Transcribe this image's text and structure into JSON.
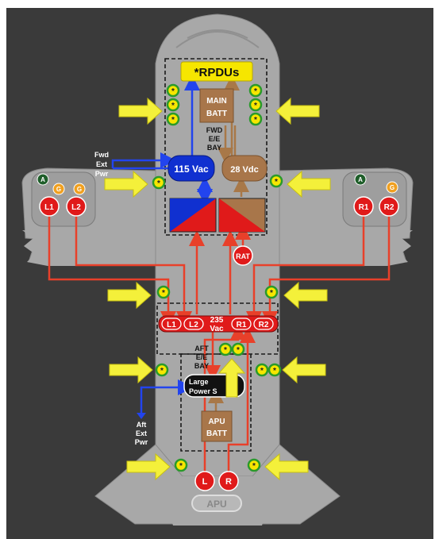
{
  "labels": {
    "rpdus": "*RPDUs",
    "main_batt_1": "MAIN",
    "main_batt_2": "BATT",
    "fwd_ee_1": "FWD",
    "fwd_ee_2": "E/E",
    "fwd_ee_3": "BAY",
    "vac115": "115 Vac",
    "vdc28": "28 Vdc",
    "fwd_ext_1": "Fwd",
    "fwd_ext_2": "Ext",
    "fwd_ext_3": "Pwr",
    "rat": "RAT",
    "vac235_1": "235",
    "vac235_2": "Vac",
    "aft_ee_1": "AFT",
    "aft_ee_2": "E/E",
    "aft_ee_3": "BAY",
    "large_1": "Large",
    "large_2": "Power S",
    "aft_ext_1": "Aft",
    "aft_ext_2": "Ext",
    "aft_ext_3": "Pwr",
    "apu_batt_1": "APU",
    "apu_batt_2": "BATT",
    "apu": "APU"
  },
  "generators": {
    "l1": "L1",
    "l2": "L2",
    "r1": "R1",
    "r2": "R2",
    "apu_l": "L",
    "apu_r": "R",
    "starter_a": "A",
    "starter_g": "G"
  },
  "bus_cells": [
    "L1",
    "L2",
    "R1",
    "R2"
  ],
  "colors": {
    "background": "#3a3a3a",
    "airframe": "#a8a8a8",
    "wire_ac": "#e8402a",
    "wire_dc": "#a87848",
    "wire_ext": "#2244ee",
    "generator": "#e01a1a",
    "starter_gen": "#f0a020",
    "apu_gen_dark": "#1f5e2a",
    "rpdu": "#f6e600",
    "battery": "#a8764a",
    "bus_115": "#1030d0",
    "arrow": "#f4f03a",
    "sensor_ring": "#2a9a2a"
  },
  "icons": {
    "arrows": "yellow-pointer-arrow",
    "sensors": "green-ring-yellow-star-sensor"
  }
}
